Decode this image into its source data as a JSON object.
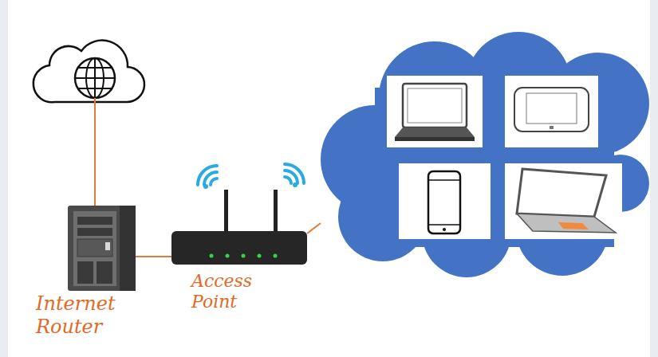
{
  "diagram": {
    "nodes": [
      {
        "text": [
          "Internet Router"
        ]
      },
      {
        "text": [
          "Access Point"
        ]
      }
    ],
    "edges": [
      {
        "from": 0,
        "to": 1,
        "arrow": "none"
      }
    ]
  }
}
